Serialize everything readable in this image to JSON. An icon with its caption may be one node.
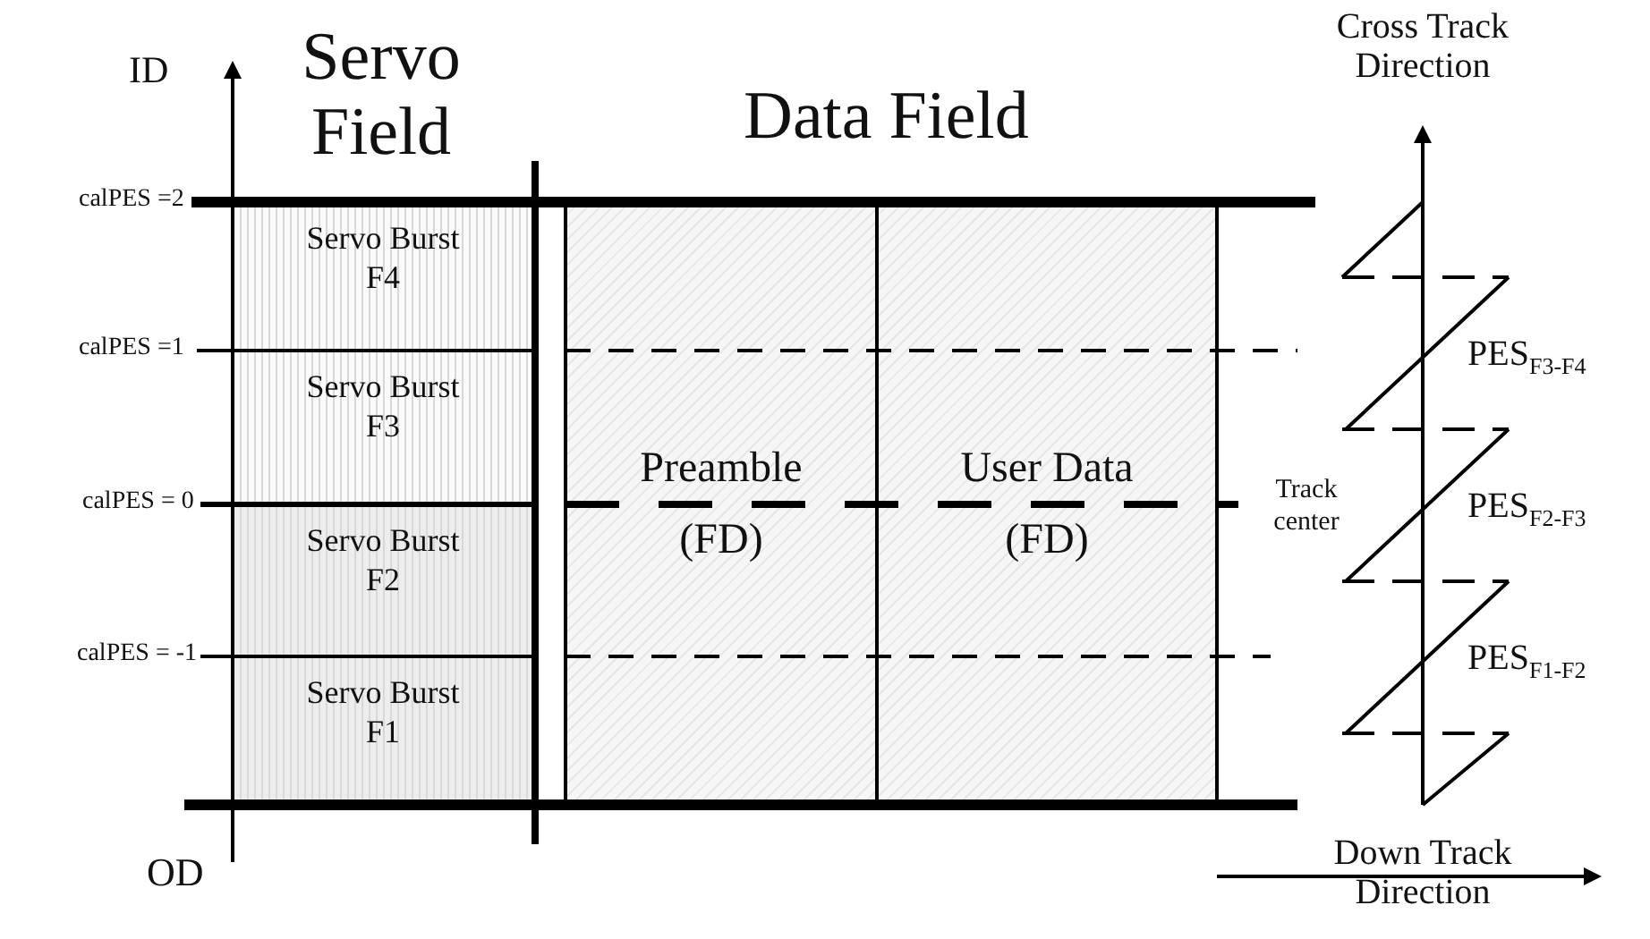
{
  "diagram": {
    "nodes": [
      {
        "text": [
          "Servo Burst F4"
        ]
      },
      {
        "text": [
          "Servo Burst F3"
        ]
      },
      {
        "text": [
          "Servo Burst F2"
        ]
      },
      {
        "text": [
          "Servo Burst F1"
        ]
      },
      {
        "text": [
          "Preamble (FD)"
        ]
      },
      {
        "text": [
          "User Data (FD)"
        ]
      }
    ],
    "labels": [
      "Cross Track Direction",
      "ID",
      "Servo Field",
      "Data Field",
      "calPES =2",
      "calPES =1",
      "PES$_{F3-F4}$",
      "calPES = 0",
      "Track center",
      "PES$_{F2-F3}$",
      "calPES = -1",
      "PES$_{F1-F2}$",
      "OD",
      "Down Track Direction"
    ]
  }
}
